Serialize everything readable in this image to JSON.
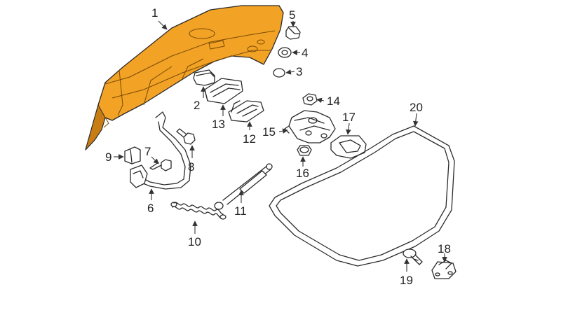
{
  "diagram": {
    "colors": {
      "highlight": "#F2A224",
      "highlight_shade": "#C87C14",
      "line": "#2B2B2B",
      "background": "#FFFFFF"
    },
    "callouts": [
      "1",
      "2",
      "3",
      "4",
      "5",
      "6",
      "7",
      "8",
      "9",
      "10",
      "11",
      "12",
      "13",
      "14",
      "15",
      "16",
      "17",
      "18",
      "19",
      "20"
    ]
  }
}
